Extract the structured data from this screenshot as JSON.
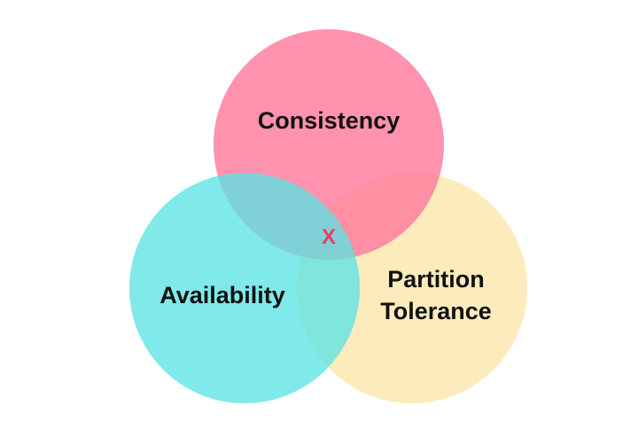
{
  "diagram": {
    "sets": [
      {
        "key": "consistency",
        "label_lines": [
          "Consistency"
        ],
        "color": "#ff7a9c"
      },
      {
        "key": "partition",
        "label_lines": [
          "Partition",
          "Tolerance"
        ],
        "color": "#fce9b0"
      },
      {
        "key": "availability",
        "label_lines": [
          "Availability"
        ],
        "color": "#5ce3e3"
      }
    ],
    "center_mark": {
      "text": "X",
      "color": "#e83a6a"
    }
  }
}
